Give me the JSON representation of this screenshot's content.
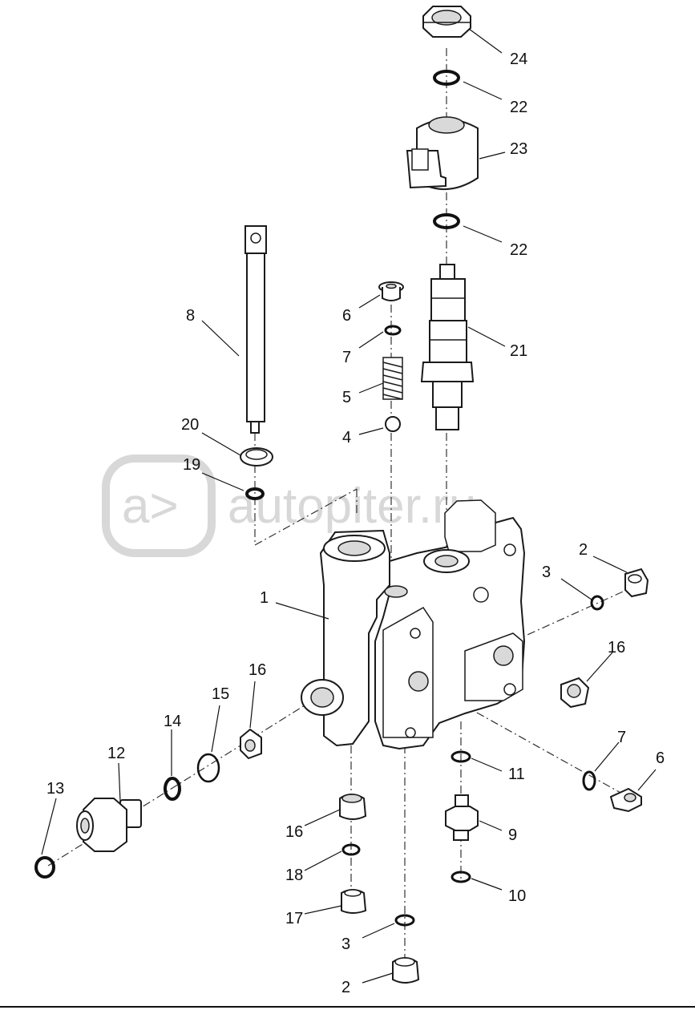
{
  "watermark": {
    "logo_glyph": "a>",
    "text": "autopiter.ru",
    "color": "#d8d8d8"
  },
  "callouts": [
    "24",
    "22",
    "23",
    "22",
    "21",
    "8",
    "6",
    "7",
    "5",
    "4",
    "20",
    "19",
    "1",
    "2",
    "3",
    "16",
    "16",
    "15",
    "14",
    "12",
    "13",
    "16",
    "18",
    "17",
    "3",
    "2",
    "11",
    "9",
    "10",
    "7",
    "6"
  ],
  "line_color": "#1a1a1a"
}
